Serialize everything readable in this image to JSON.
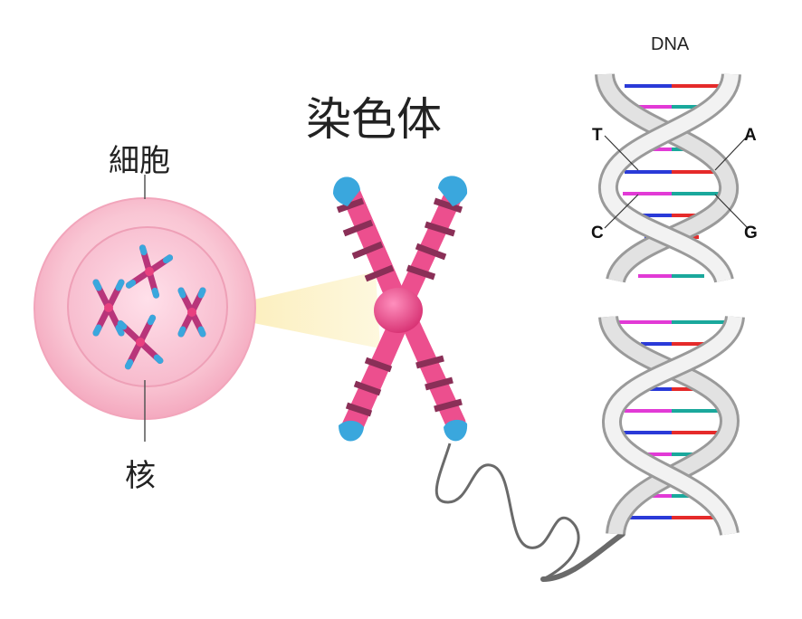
{
  "labels": {
    "title": "染色体",
    "cell": "細胞",
    "nucleus": "核",
    "dna": "DNA",
    "base_t": "T",
    "base_a": "A",
    "base_c": "C",
    "base_g": "G"
  },
  "colors": {
    "cell_outer": "#f7c0cf",
    "cell_inner": "#f3a9bd",
    "chromosome_pink": "#ec4f8e",
    "chromosome_band": "#8a2f57",
    "chromosome_tip": "#3aa7dd",
    "centromere": "#e8407f",
    "highlight_beam": "#fbf3c7",
    "helix_strand": "#d9d9d9",
    "helix_shadow": "#9a9a9a",
    "base_blue": "#2a3ad8",
    "base_red": "#e52a2a",
    "base_magenta": "#e23ad6",
    "base_teal": "#1aa89c"
  }
}
